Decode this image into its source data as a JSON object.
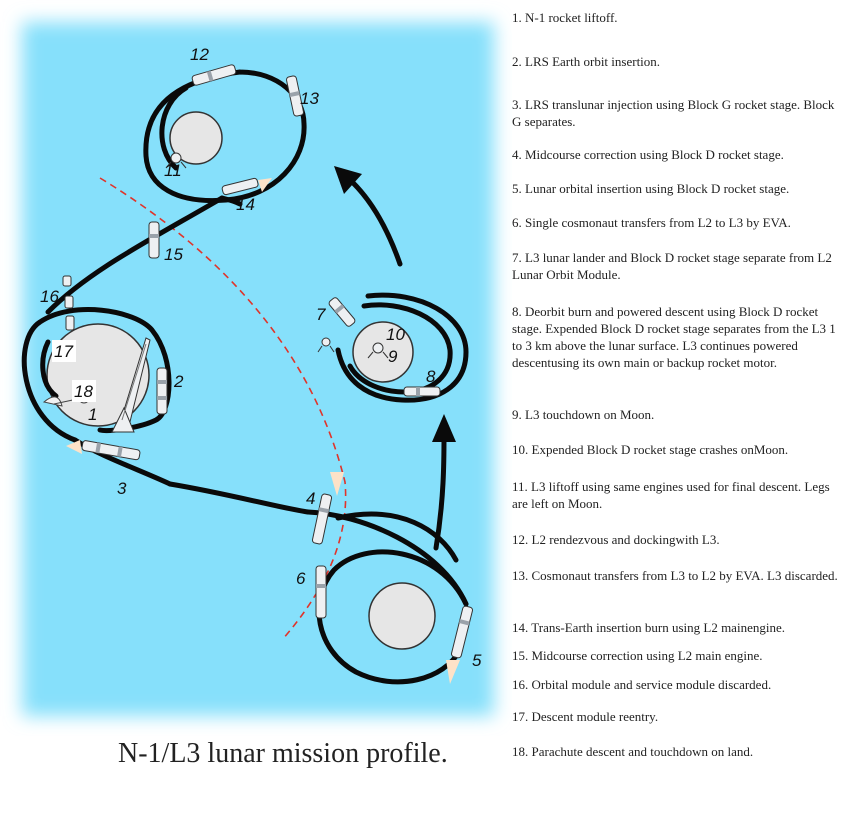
{
  "caption": "N-1/L3 lunar mission profile.",
  "colors": {
    "space_background": "#86e0fb",
    "trajectory": "#0a0a0a",
    "boundary_dashed": "#e0342a",
    "body_fill": "#e6e6e6"
  },
  "labels": {
    "n1": "1",
    "n2": "2",
    "n3": "3",
    "n4": "4",
    "n5": "5",
    "n6": "6",
    "n7": "7",
    "n8": "8",
    "n9": "9",
    "n10": "10",
    "n11": "11",
    "n12": "12",
    "n13": "13",
    "n14": "14",
    "n15": "15",
    "n16": "16",
    "n17": "17",
    "n18": "18"
  },
  "legend": [
    "1. N-1 rocket liftoff.",
    "2. LRS Earth orbit insertion.",
    "3. LRS translunar injection using Block G rocket stage. Block G separates.",
    "4. Midcourse correction using Block D rocket stage.",
    "5. Lunar orbital insertion using Block D rocket stage.",
    "6. Single cosmonaut transfers from L2 to L3 by EVA.",
    "7. L3 lunar lander and Block D rocket stage separate from L2 Lunar Orbit Module.",
    "8. Deorbit burn and powered descent using Block D rocket stage. Expended Block D rocket stage separates from the L3 1 to 3 km above the lunar surface. L3 continues powered descentusing its own main or backup rocket motor.",
    "9. L3 touchdown on Moon.",
    "10. Expended Block D rocket stage crashes onMoon.",
    "11. L3 liftoff using same engines used for final descent. Legs are left on Moon.",
    "12. L2 rendezvous and dockingwith L3.",
    "13. Cosmonaut transfers from L3 to L2 by EVA. L3 discarded.",
    "14. Trans-Earth insertion burn using L2 mainengine.",
    "15. Midcourse correction using L2 main engine.",
    "16. Orbital module and service module discarded.",
    "17. Descent module reentry.",
    "18. Parachute descent and touchdown on land."
  ]
}
